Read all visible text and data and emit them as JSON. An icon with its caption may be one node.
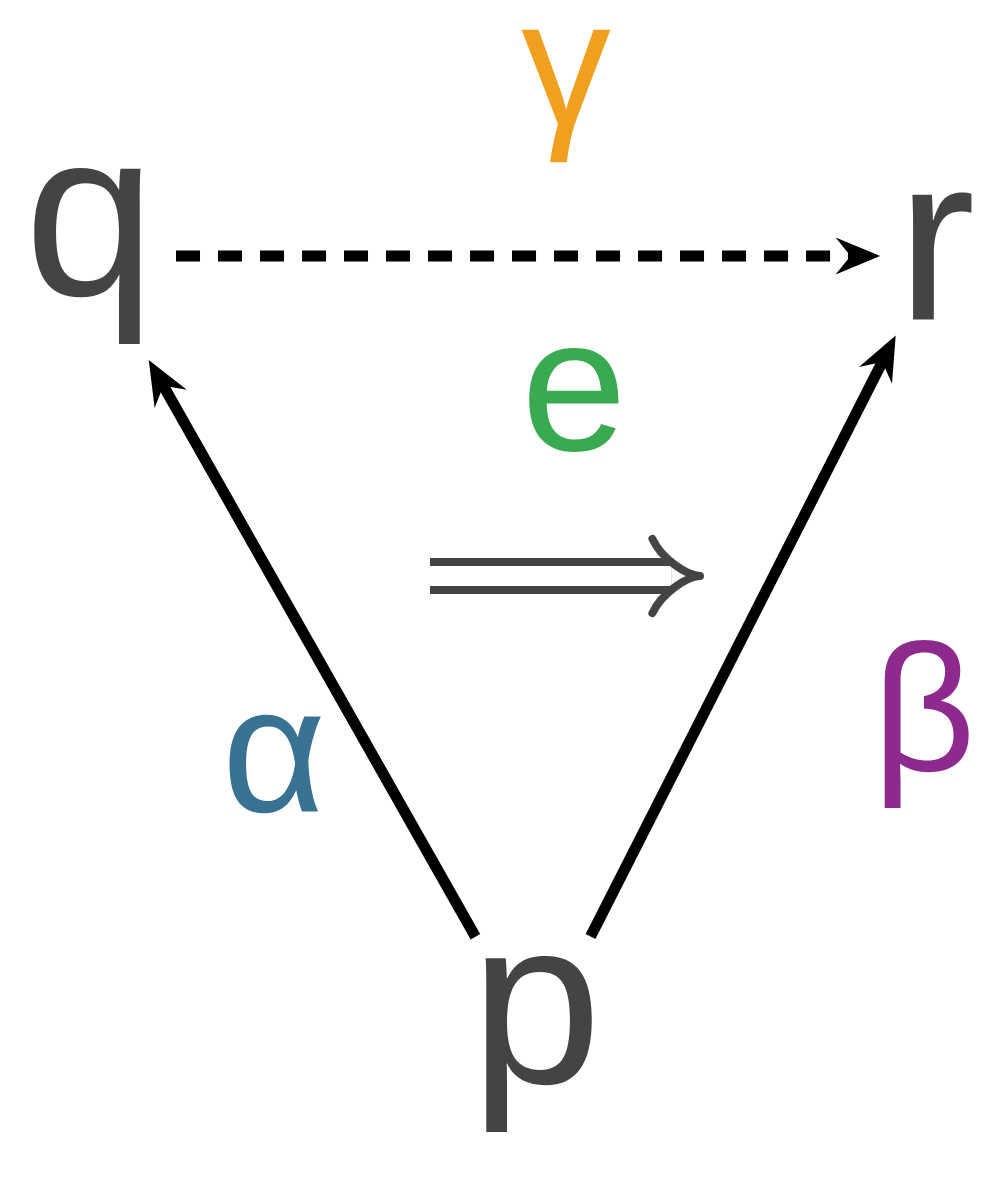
{
  "diagram": {
    "nodes": [
      {
        "text": [
          "q"
        ]
      },
      {
        "text": [
          "r"
        ]
      },
      {
        "text": [
          "p"
        ]
      }
    ],
    "edges": [
      {
        "from": 0,
        "to": 1,
        "arrow": "to",
        "label": "γ",
        "style": "dashed"
      },
      {
        "from": 2,
        "to": 0,
        "arrow": "to",
        "label": "α"
      },
      {
        "from": 2,
        "to": 1,
        "arrow": "to",
        "label": "β"
      }
    ],
    "labels": [
      "e"
    ]
  }
}
